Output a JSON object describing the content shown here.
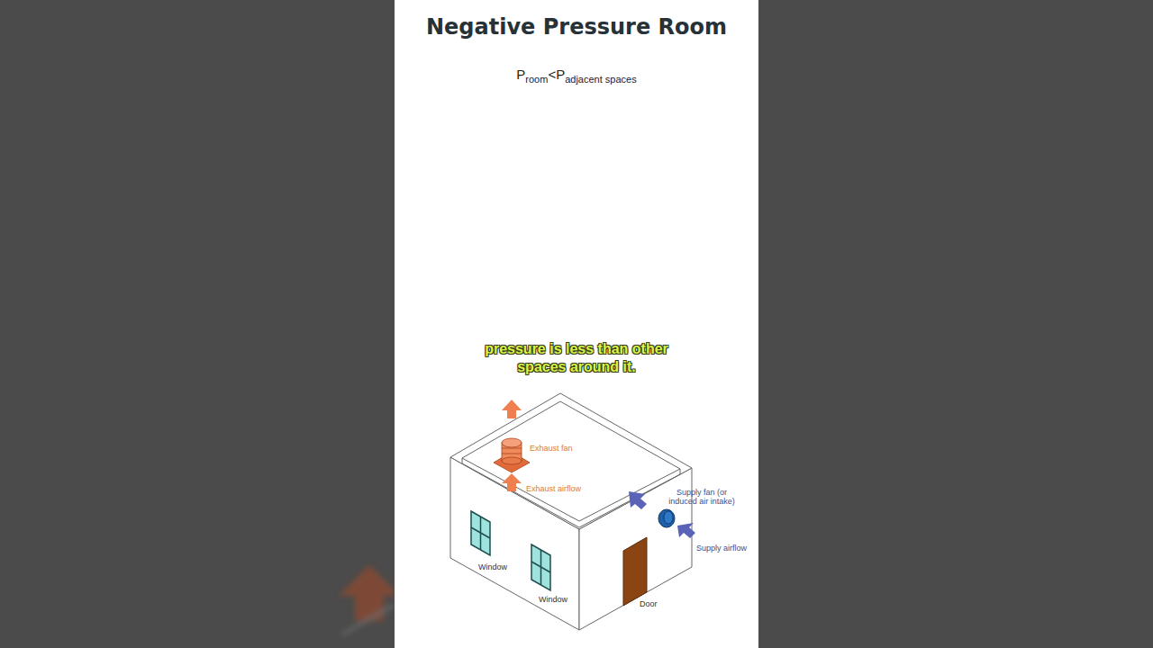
{
  "diagram": {
    "title": "Negative Pressure Room",
    "caption": "pressure is less than other spaces around it.",
    "labels": [
      "P",
      "room",
      "<",
      "P",
      "adjacent spaces",
      "Exhaust fan",
      "Exhaust airflow",
      "Supply fan (or induced air intake)",
      "Supply airflow",
      "Window",
      "Window",
      "Door"
    ]
  }
}
